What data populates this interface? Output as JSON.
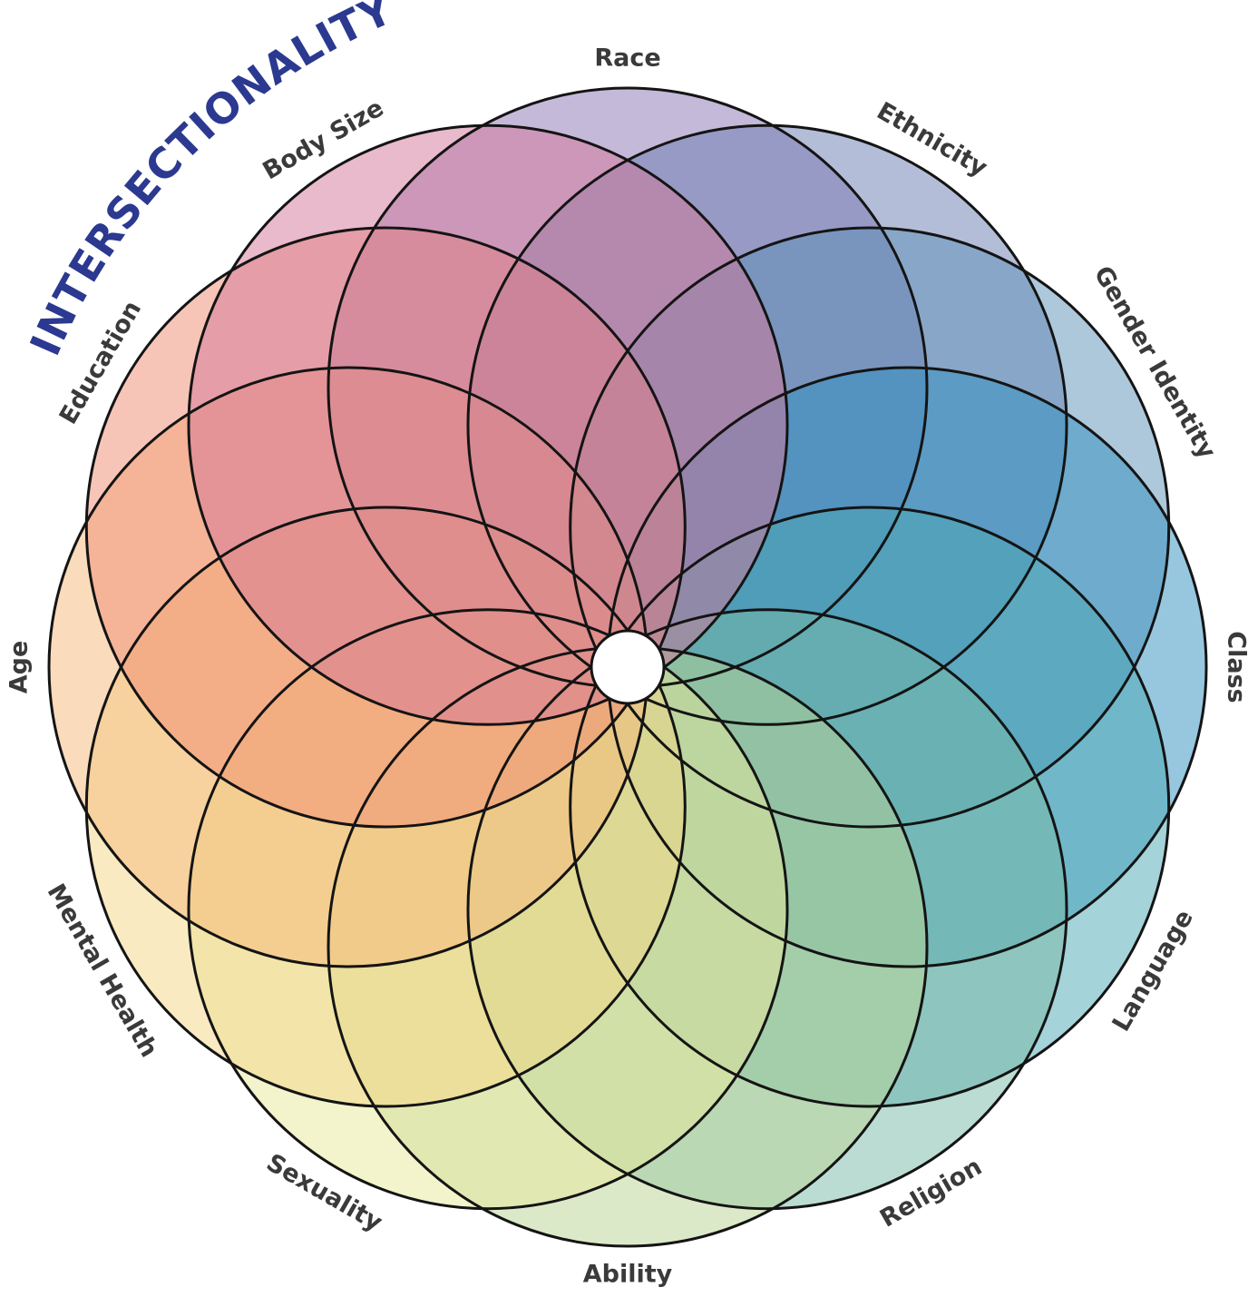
{
  "title": {
    "text": "INTERSECTIONALITY",
    "color": "#2b3990"
  },
  "categories": [
    {
      "id": "race",
      "label": "Race",
      "color": "#8b74b4"
    },
    {
      "id": "ethnicity",
      "label": "Ethnicity",
      "color": "#6a7cb0"
    },
    {
      "id": "gender-identity",
      "label": "Gender Identity",
      "color": "#5b8fb8"
    },
    {
      "id": "class",
      "label": "Class",
      "color": "#2f8fc0"
    },
    {
      "id": "language",
      "label": "Language",
      "color": "#4aa7b4"
    },
    {
      "id": "religion",
      "label": "Religion",
      "color": "#77b9a6"
    },
    {
      "id": "ability",
      "label": "Ability",
      "color": "#b9d494"
    },
    {
      "id": "sexuality",
      "label": "Sexuality",
      "color": "#e8e79a"
    },
    {
      "id": "mental-health",
      "label": "Mental Health",
      "color": "#f3d686"
    },
    {
      "id": "age",
      "label": "Age",
      "color": "#f6b77a"
    },
    {
      "id": "education",
      "label": "Education",
      "color": "#ef8c72"
    },
    {
      "id": "body-size",
      "label": "Body Size",
      "color": "#d47597"
    }
  ],
  "center": {
    "color": "#ffffff"
  },
  "outline_color": "#141414"
}
